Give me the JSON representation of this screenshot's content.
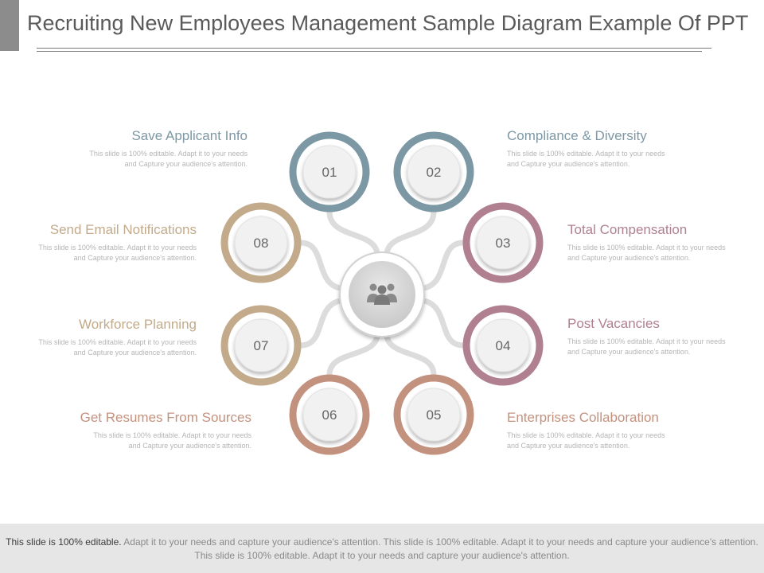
{
  "title": "Recruiting New Employees Management Sample Diagram Example Of PPT",
  "center_icon": "team-people-icon",
  "colors": {
    "blue_gray": "#7d98a5",
    "mauve": "#b08091",
    "tan": "#c2aa8a",
    "terracotta": "#c3927f",
    "connector": "#dcdcdc"
  },
  "nodes": [
    {
      "num": "01",
      "title": "Save Applicant Info",
      "desc": "This slide is 100% editable.  Adapt it to your needs and  Capture your audience's attention."
    },
    {
      "num": "02",
      "title": "Compliance & Diversity",
      "desc": "This slide is 100% editable.  Adapt it to your needs and  Capture your audience's attention."
    },
    {
      "num": "03",
      "title": "Total Compensation",
      "desc": "This slide is 100% editable.  Adapt it to your needs and  Capture your audience's attention."
    },
    {
      "num": "04",
      "title": "Post Vacancies",
      "desc": "This slide is 100% editable.  Adapt it to your needs and  Capture your audience's attention."
    },
    {
      "num": "05",
      "title": "Enterprises Collaboration",
      "desc": "This slide is 100% editable.  Adapt it to your needs and  Capture your audience's attention."
    },
    {
      "num": "06",
      "title": "Get Resumes From Sources",
      "desc": "This slide is 100% editable.  Adapt it to your needs and  Capture your audience's attention."
    },
    {
      "num": "07",
      "title": "Workforce Planning",
      "desc": "This slide is 100% editable.  Adapt it to your needs and  Capture your audience's attention."
    },
    {
      "num": "08",
      "title": "Send Email Notifications",
      "desc": "This slide is 100% editable.  Adapt it to your needs and  Capture your audience's attention."
    }
  ],
  "footer": {
    "lead": "This slide is 100% editable.",
    "text": " Adapt it to your needs and capture your audience's attention. This slide is 100% editable. Adapt it to your needs and capture your audience's attention. This slide is 100% editable. Adapt it to your needs and capture your audience's attention."
  }
}
